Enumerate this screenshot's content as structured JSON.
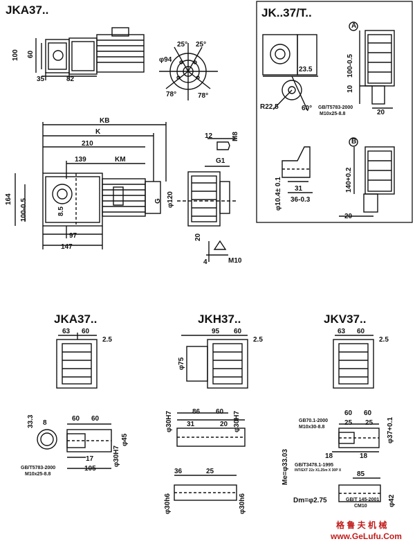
{
  "titles": {
    "main": "JKA37..",
    "inset": "JK..37/T..",
    "a": "JKA37..",
    "h": "JKH37..",
    "v": "JKV37.."
  },
  "top": {
    "d100": "100",
    "d60": "60",
    "d35": "35",
    "d82": "82",
    "a25l": "25°",
    "a25r": "25°",
    "phi94": "φ94",
    "a78l": "78°",
    "a78r": "78°"
  },
  "side": {
    "KB": "KB",
    "K": "K",
    "d210": "210",
    "d139": "139",
    "KM": "KM",
    "d164": "164",
    "d100tol": "100-0.5",
    "d8_5": "8.5",
    "d97": "97",
    "d147": "147",
    "G": "G",
    "phi120": "φ120",
    "G1": "G1",
    "d12": "12",
    "M8": "M8",
    "d20": "20",
    "d4": "4",
    "M10": "M10"
  },
  "inset": {
    "labelA": "A",
    "labelB": "B",
    "d23_5": "23.5",
    "R22_5": "R22.5",
    "a60": "60°",
    "d100": "100-0.5",
    "d10": "10",
    "d20a": "20",
    "std": "GB/T5783-2000",
    "bolt": "M10x25-8.8",
    "d31": "31",
    "d36": "36-0.3",
    "phi10": "φ10.4± 0.1",
    "d140": "140+0.2",
    "d20b": "20"
  },
  "jka": {
    "d63": "63",
    "d60": "60",
    "d2_5": "2.5",
    "d33_3": "33.3",
    "d8": "8",
    "d60a": "60",
    "d60b": "60",
    "phi45": "φ45",
    "phi30": "φ30H7",
    "d17": "17",
    "d105": "105",
    "std": "GB/T5783-2000",
    "bolt": "M10x25-8.8"
  },
  "jkh": {
    "d95": "95",
    "d60": "60",
    "d2_5": "2.5",
    "phi75": "φ75",
    "d86": "86",
    "d60a": "60",
    "d31": "31",
    "d20": "20",
    "phi30a": "φ30H7",
    "phi30b": "φ30H7",
    "d36": "36",
    "d25": "25",
    "phi30c": "φ30h6",
    "phi30d": "φ30h6"
  },
  "jkv": {
    "d63": "63",
    "d60": "60",
    "d2_5": "2.5",
    "d60a": "60",
    "d60b": "60",
    "d25a": "25",
    "d25b": "25",
    "std1": "GB70.1-2000",
    "bolt1": "M10x30-8.8",
    "phi37": "φ37+0.1",
    "d18a": "18",
    "d18b": "18",
    "Me": "Me=φ33.03",
    "std2": "GB/T3478.1-1995",
    "std2b": "INT/EXT 22z X1.25m X 30P X",
    "d85": "85",
    "std3": "GB/T 145-2001",
    "cm": "CM10",
    "Dm": "Dm=φ2.75",
    "phi42": "φ42"
  },
  "watermark": {
    "cn": "格 鲁 夫 机 械",
    "url": "www.GeLufu.Com"
  }
}
